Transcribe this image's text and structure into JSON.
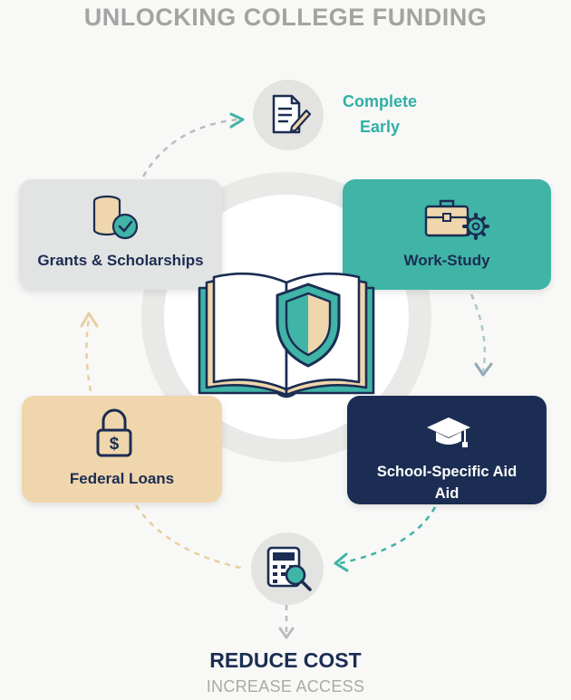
{
  "title": "UNLOCKING COLLEGE FUNDING",
  "top_step": {
    "label_line1": "Complete",
    "label_line2": "Early",
    "icon": "document-pen-icon"
  },
  "cards": {
    "grants": {
      "label": "Grants & Scholarships",
      "icon": "coins-check-icon",
      "color": "#e2e3e3"
    },
    "work_study": {
      "label": "Work-Study",
      "icon": "briefcase-gear-icon",
      "color": "#3fb4a7"
    },
    "federal_loans": {
      "label": "Federal Loans",
      "icon": "padlock-dollar-icon",
      "color": "#f0d6ac"
    },
    "school_specific": {
      "label_line1": "School-Specific Aid",
      "label_line2": "Aid",
      "icon": "graduation-cap-icon",
      "color": "#1b2d52"
    }
  },
  "center": {
    "icon": "book-shield-icon"
  },
  "bottom_step": {
    "icon": "calculator-magnifier-icon"
  },
  "footer": {
    "headline": "REDUCE COST",
    "subline": "INCREASE ACCESS"
  },
  "colors": {
    "teal": "#2fb0a6",
    "navy": "#1b2d52",
    "sand": "#f0d6ac",
    "gray": "#a3a3a1"
  }
}
